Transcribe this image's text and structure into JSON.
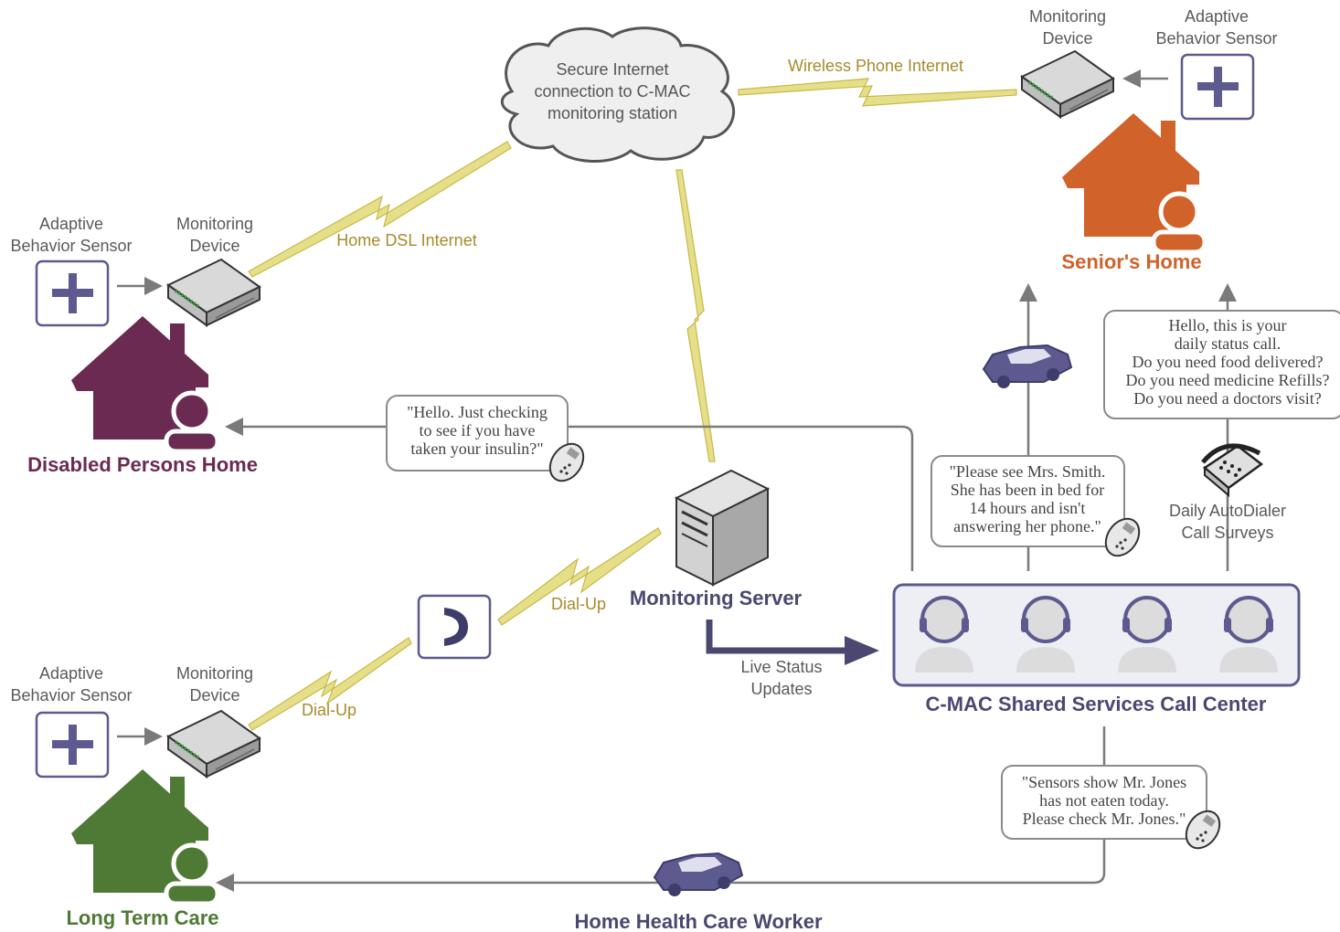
{
  "cloud": {
    "line1": "Secure Internet",
    "line2": "connection to C-MAC",
    "line3": "monitoring station"
  },
  "links": {
    "wireless": "Wireless Phone Internet",
    "dsl": "Home DSL Internet",
    "dialup_server": "Dial-Up",
    "dialup_care": "Dial-Up",
    "live_status_1": "Live Status",
    "live_status_2": "Updates"
  },
  "senior_home": {
    "monitor_l1": "Monitoring",
    "monitor_l2": "Device",
    "sensor_l1": "Adaptive",
    "sensor_l2": "Behavior Sensor",
    "title": "Senior's Home"
  },
  "disabled_home": {
    "sensor_l1": "Adaptive",
    "sensor_l2": "Behavior Sensor",
    "monitor_l1": "Monitoring",
    "monitor_l2": "Device",
    "title": "Disabled Persons Home"
  },
  "care_home": {
    "sensor_l1": "Adaptive",
    "sensor_l2": "Behavior Sensor",
    "monitor_l1": "Monitoring",
    "monitor_l2": "Device",
    "title": "Long Term Care"
  },
  "server": {
    "title": "Monitoring Server"
  },
  "call_center": {
    "title": "C-MAC Shared Services Call Center"
  },
  "autodialer": {
    "line1": "Daily AutoDialer",
    "line2": "Call Surveys"
  },
  "worker": {
    "title": "Home Health Care Worker"
  },
  "quotes": {
    "insulin": [
      "\"Hello. Just checking",
      "to see if you have",
      "taken your insulin?\""
    ],
    "smith": [
      "\"Please see Mrs. Smith.",
      "She has been in bed for",
      "14 hours and isn't",
      "answering her phone.\""
    ],
    "status_call": [
      "Hello, this is your",
      "daily status call.",
      "Do you need food delivered?",
      "Do you need medicine Refills?",
      "Do you need a doctors visit?"
    ],
    "jones": [
      "\"Sensors show Mr. Jones",
      "has not eaten today.",
      "Please check Mr. Jones.\""
    ]
  },
  "colors": {
    "purple_home": "#6b2a52",
    "orange_home": "#d0622a",
    "green_home": "#4f7a36",
    "accent_purple": "#5c5a8e",
    "bolt": "#e6df8a"
  }
}
